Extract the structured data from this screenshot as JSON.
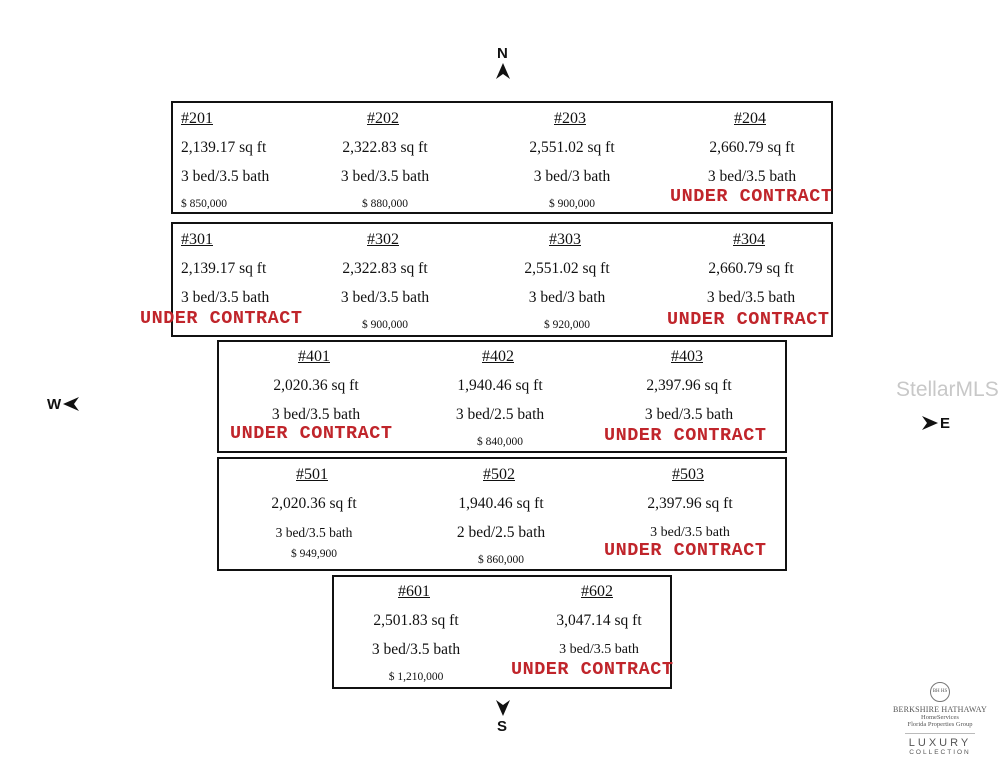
{
  "compass": {
    "north": "N",
    "south": "S",
    "west": "W",
    "east": "E"
  },
  "watermark": "StellarMLS",
  "status_label": "UNDER CONTRACT",
  "status_color": "#c0252b",
  "logo": {
    "seal": "BH HS",
    "brand": "BERKSHIRE HATHAWAY",
    "sub": "HomeServices",
    "group": "Florida Properties Group",
    "luxury": "LUXURY",
    "collection": "COLLECTION"
  },
  "units": {
    "u201": {
      "num": "#201",
      "sqft": "2,139.17 sq ft",
      "beds": "3 bed/3.5 bath",
      "price": "$ 850,000"
    },
    "u202": {
      "num": "#202",
      "sqft": "2,322.83 sq ft",
      "beds": "3 bed/3.5 bath",
      "price": "$ 880,000"
    },
    "u203": {
      "num": "#203",
      "sqft": "2,551.02 sq ft",
      "beds": "3 bed/3 bath",
      "price": "$ 900,000"
    },
    "u204": {
      "num": "#204",
      "sqft": "2,660.79 sq ft",
      "beds": "3 bed/3.5 bath",
      "status": "UNDER CONTRACT"
    },
    "u301": {
      "num": "#301",
      "sqft": "2,139.17 sq ft",
      "beds": "3 bed/3.5 bath",
      "status": "UNDER CONTRACT"
    },
    "u302": {
      "num": "#302",
      "sqft": "2,322.83 sq ft",
      "beds": "3 bed/3.5 bath",
      "price": "$ 900,000"
    },
    "u303": {
      "num": "#303",
      "sqft": "2,551.02 sq ft",
      "beds": "3 bed/3 bath",
      "price": "$ 920,000"
    },
    "u304": {
      "num": "#304",
      "sqft": "2,660.79 sq ft",
      "beds": "3 bed/3.5 bath",
      "status": "UNDER CONTRACT"
    },
    "u401": {
      "num": "#401",
      "sqft": "2,020.36 sq ft",
      "beds": "3 bed/3.5 bath",
      "status": "UNDER CONTRACT"
    },
    "u402": {
      "num": "#402",
      "sqft": "1,940.46 sq ft",
      "beds": "3 bed/2.5 bath",
      "price": "$ 840,000"
    },
    "u403": {
      "num": "#403",
      "sqft": "2,397.96 sq ft",
      "beds": "3 bed/3.5 bath",
      "status": "UNDER CONTRACT"
    },
    "u501": {
      "num": "#501",
      "sqft": "2,020.36 sq ft",
      "beds": "3 bed/3.5 bath",
      "price": "$ 949,900"
    },
    "u502": {
      "num": "#502",
      "sqft": "1,940.46 sq ft",
      "beds": "2 bed/2.5 bath",
      "price": "$ 860,000"
    },
    "u503": {
      "num": "#503",
      "sqft": "2,397.96 sq ft",
      "beds": "3 bed/3.5 bath",
      "status": "UNDER CONTRACT"
    },
    "u601": {
      "num": "#601",
      "sqft": "2,501.83 sq ft",
      "beds": "3 bed/3.5 bath",
      "price": "$ 1,210,000"
    },
    "u602": {
      "num": "#602",
      "sqft": "3,047.14 sq ft",
      "beds": "3 bed/3.5 bath",
      "status": "UNDER CONTRACT"
    }
  }
}
